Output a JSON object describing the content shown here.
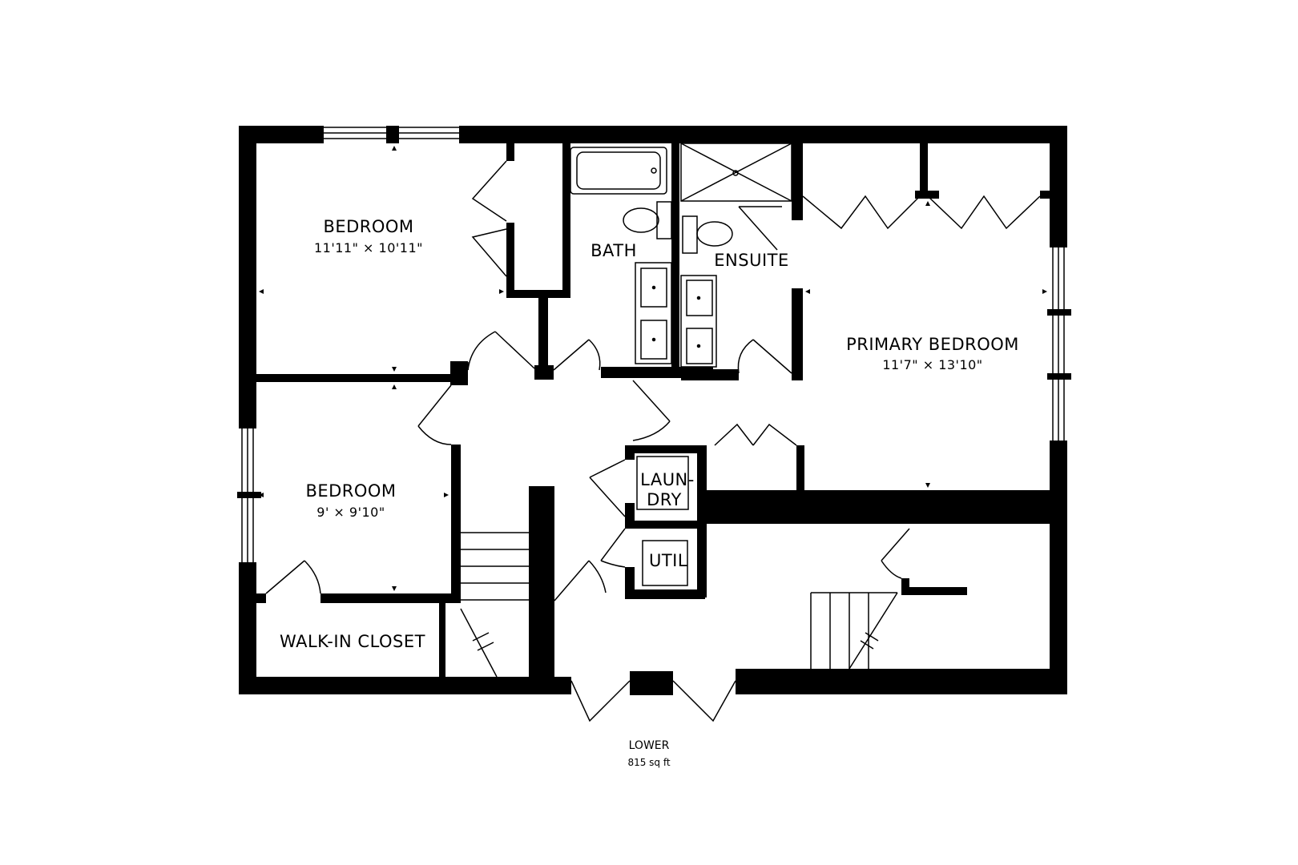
{
  "rooms": {
    "bedroom_1": {
      "name": "BEDROOM",
      "dims": "11'11\" × 10'11\""
    },
    "bath": {
      "name": "BATH"
    },
    "ensuite": {
      "name": "ENSUITE"
    },
    "primary_bedroom": {
      "name": "PRIMARY BEDROOM",
      "dims": "11'7\" × 13'10\""
    },
    "bedroom_2": {
      "name": "BEDROOM",
      "dims": "9' × 9'10\""
    },
    "laundry": {
      "line1": "LAUN-",
      "line2": "DRY"
    },
    "util": {
      "name": "UTIL"
    },
    "walk_in_closet": {
      "name": "WALK-IN CLOSET"
    }
  },
  "floor": {
    "name": "LOWER",
    "area": "815 sq ft"
  },
  "colors": {
    "wall": "#000000",
    "background": "#ffffff"
  }
}
